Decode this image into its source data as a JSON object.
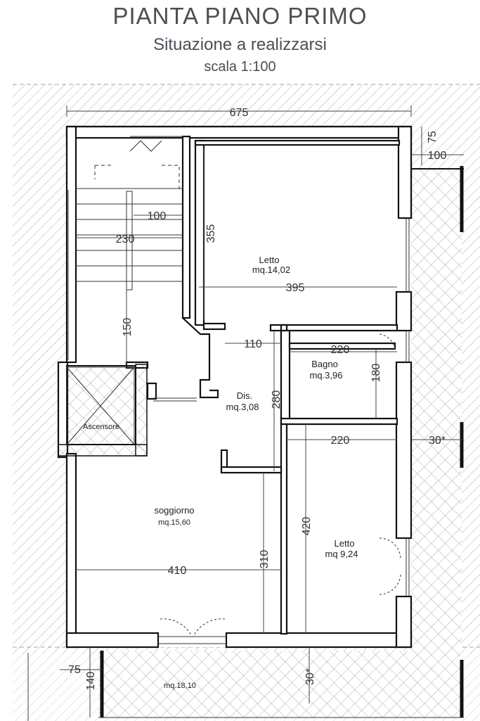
{
  "title": "PIANTA PIANO PRIMO",
  "subtitle": "Situazione a realizzarsi",
  "scale": "scala 1:100",
  "rooms": {
    "letto1": {
      "name": "Letto",
      "area": "mq.14,02"
    },
    "bagno": {
      "name": "Bagno",
      "area": "mq.3,96"
    },
    "dis": {
      "name": "Dis.",
      "area": "mq.3,08"
    },
    "ascensore": {
      "name": "Ascensore"
    },
    "soggiorno": {
      "name": "soggiorno",
      "area": "mq.15,60"
    },
    "letto2": {
      "name": "Letto",
      "area": "mq 9,24"
    },
    "balcone": {
      "area": "mq.18,10"
    }
  },
  "dimensions": {
    "overall_width": "675",
    "balcony_offset_top": "75",
    "balcony_width": "100",
    "letto1_height": "355",
    "letto1_width": "395",
    "stair_100": "100",
    "stair_230": "230",
    "landing_150": "150",
    "dis_110": "110",
    "bagno_width": "220",
    "bagno_height": "180",
    "dis_280": "280",
    "letto2_width": "220",
    "balcony_30_side": "30*",
    "letto2_height": "420",
    "soggiorno_310": "310",
    "soggiorno_410": "410",
    "bottom_75": "75",
    "bottom_140": "140",
    "balcony_30_bottom": "30*"
  }
}
